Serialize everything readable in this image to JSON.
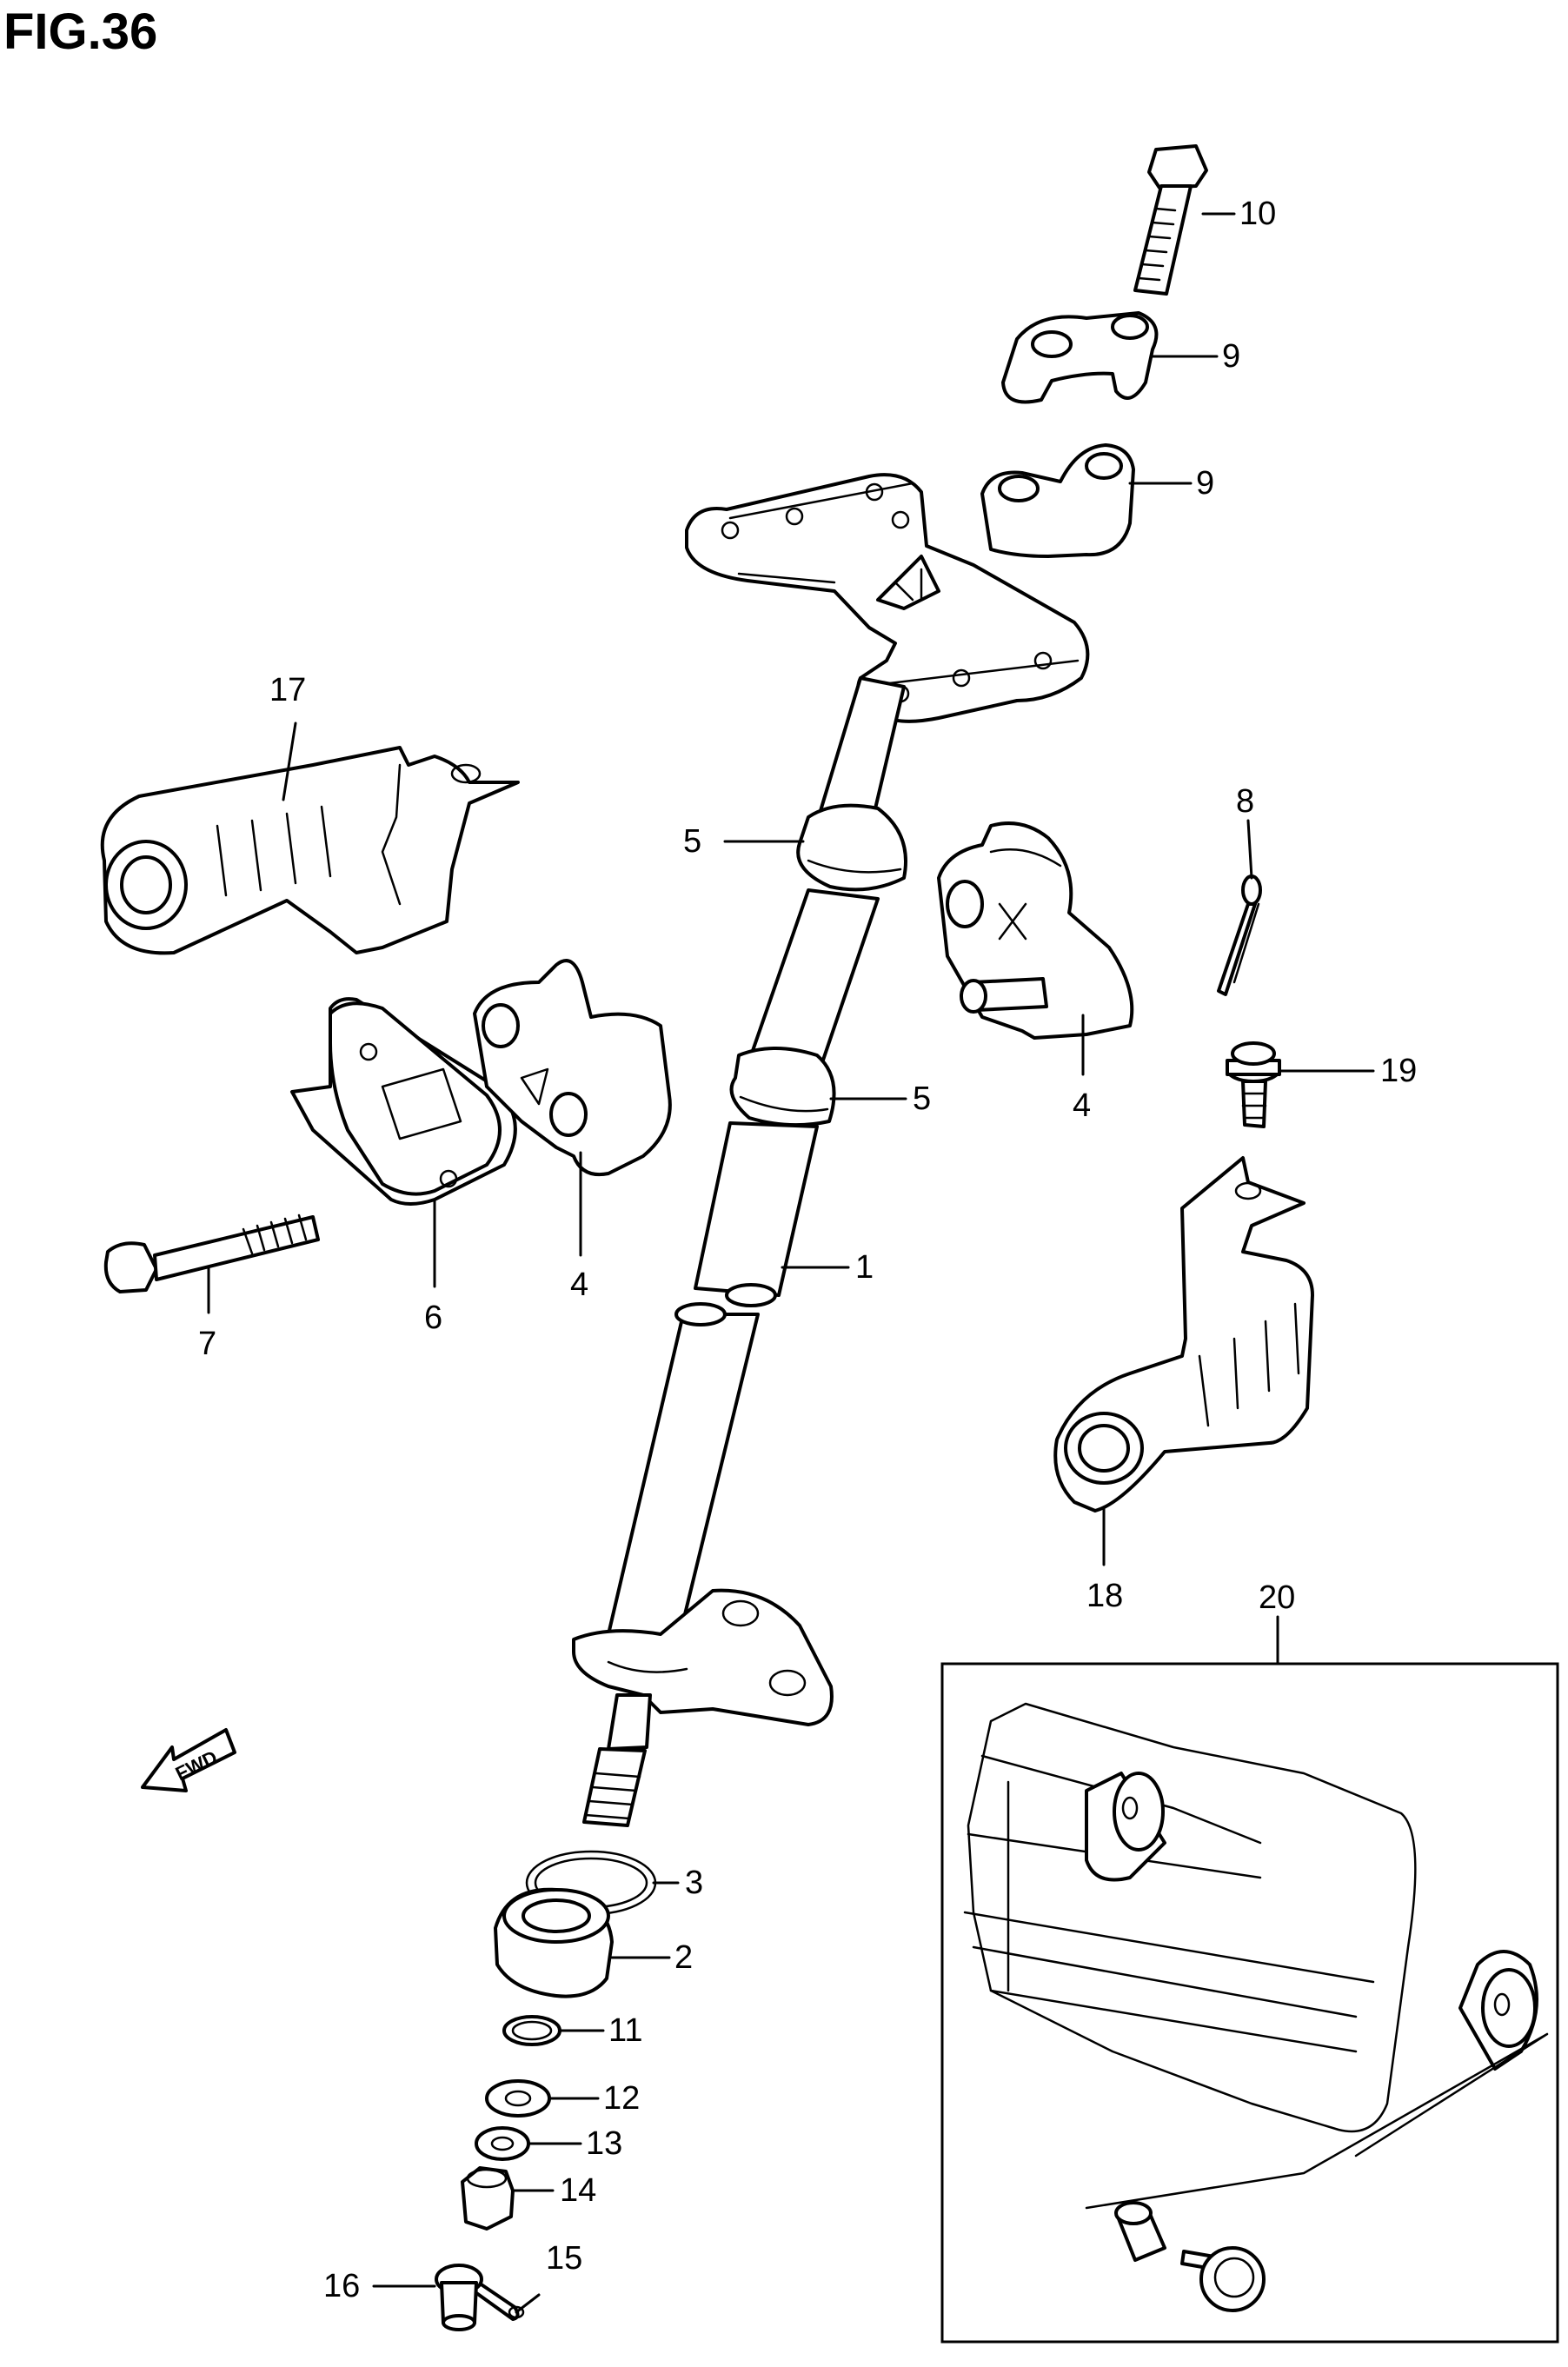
{
  "figure": {
    "title": "FIG.36",
    "fwd_label": "FWD"
  },
  "callouts": [
    {
      "id": "1",
      "label": "1"
    },
    {
      "id": "2",
      "label": "2"
    },
    {
      "id": "3",
      "label": "3"
    },
    {
      "id": "4a",
      "label": "4"
    },
    {
      "id": "4b",
      "label": "4"
    },
    {
      "id": "5a",
      "label": "5"
    },
    {
      "id": "5b",
      "label": "5"
    },
    {
      "id": "6",
      "label": "6"
    },
    {
      "id": "7",
      "label": "7"
    },
    {
      "id": "8",
      "label": "8"
    },
    {
      "id": "9a",
      "label": "9"
    },
    {
      "id": "9b",
      "label": "9"
    },
    {
      "id": "10",
      "label": "10"
    },
    {
      "id": "11",
      "label": "11"
    },
    {
      "id": "12",
      "label": "12"
    },
    {
      "id": "13",
      "label": "13"
    },
    {
      "id": "14",
      "label": "14"
    },
    {
      "id": "15",
      "label": "15"
    },
    {
      "id": "16",
      "label": "16"
    },
    {
      "id": "17",
      "label": "17"
    },
    {
      "id": "18",
      "label": "18"
    },
    {
      "id": "19",
      "label": "19"
    },
    {
      "id": "20",
      "label": "20"
    }
  ],
  "colors": {
    "ink": "#000000",
    "paper": "#ffffff"
  }
}
